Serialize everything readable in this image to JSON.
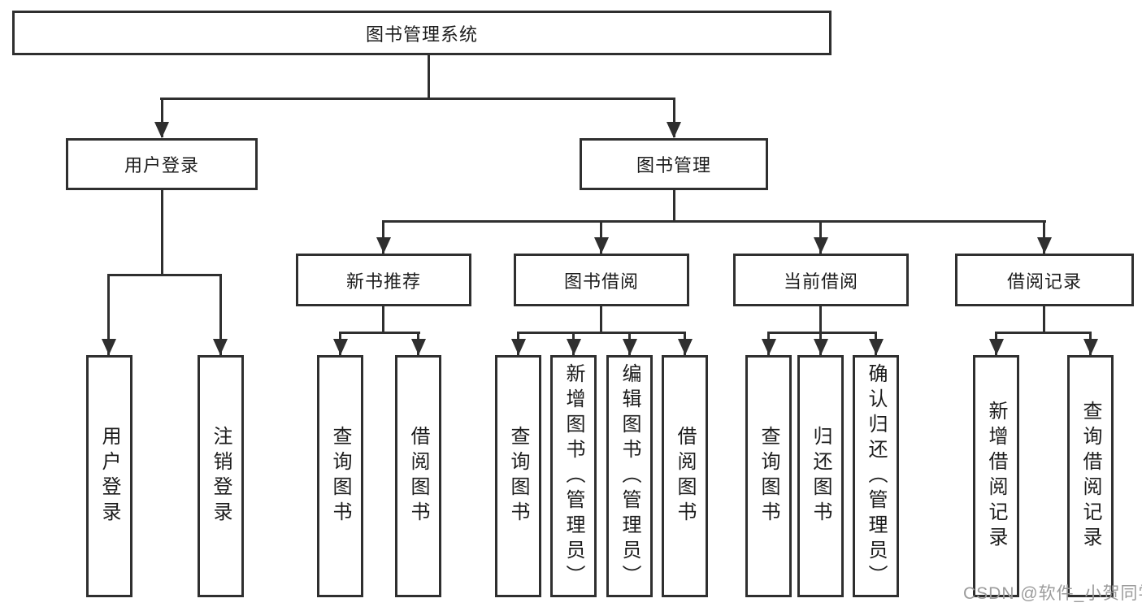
{
  "colors": {
    "background": "#ffffff",
    "line": "#2f2f2f",
    "box_border": "#2f2f2f",
    "text": "#1c1c1c",
    "watermark": "#9b9b9b"
  },
  "watermark": {
    "text": "CSDN @软件_小贺同学"
  },
  "tree": {
    "root": {
      "label": "图书管理系统"
    },
    "branches": [
      {
        "label": "用户登录",
        "children": [
          {
            "label": "用户登录"
          },
          {
            "label": "注销登录"
          }
        ]
      },
      {
        "label": "图书管理",
        "children": [
          {
            "label": "新书推荐",
            "children": [
              {
                "label": "查询图书"
              },
              {
                "label": "借阅图书"
              }
            ]
          },
          {
            "label": "图书借阅",
            "children": [
              {
                "label": "查询图书"
              },
              {
                "label": "新增图书（管理员）"
              },
              {
                "label": "编辑图书（管理员）"
              },
              {
                "label": "借阅图书"
              }
            ]
          },
          {
            "label": "当前借阅",
            "children": [
              {
                "label": "查询图书"
              },
              {
                "label": "归还图书"
              },
              {
                "label": "确认归还（管理员）"
              }
            ]
          },
          {
            "label": "借阅记录",
            "children": [
              {
                "label": "新增借阅记录"
              },
              {
                "label": "查询借阅记录"
              }
            ]
          }
        ]
      }
    ]
  }
}
